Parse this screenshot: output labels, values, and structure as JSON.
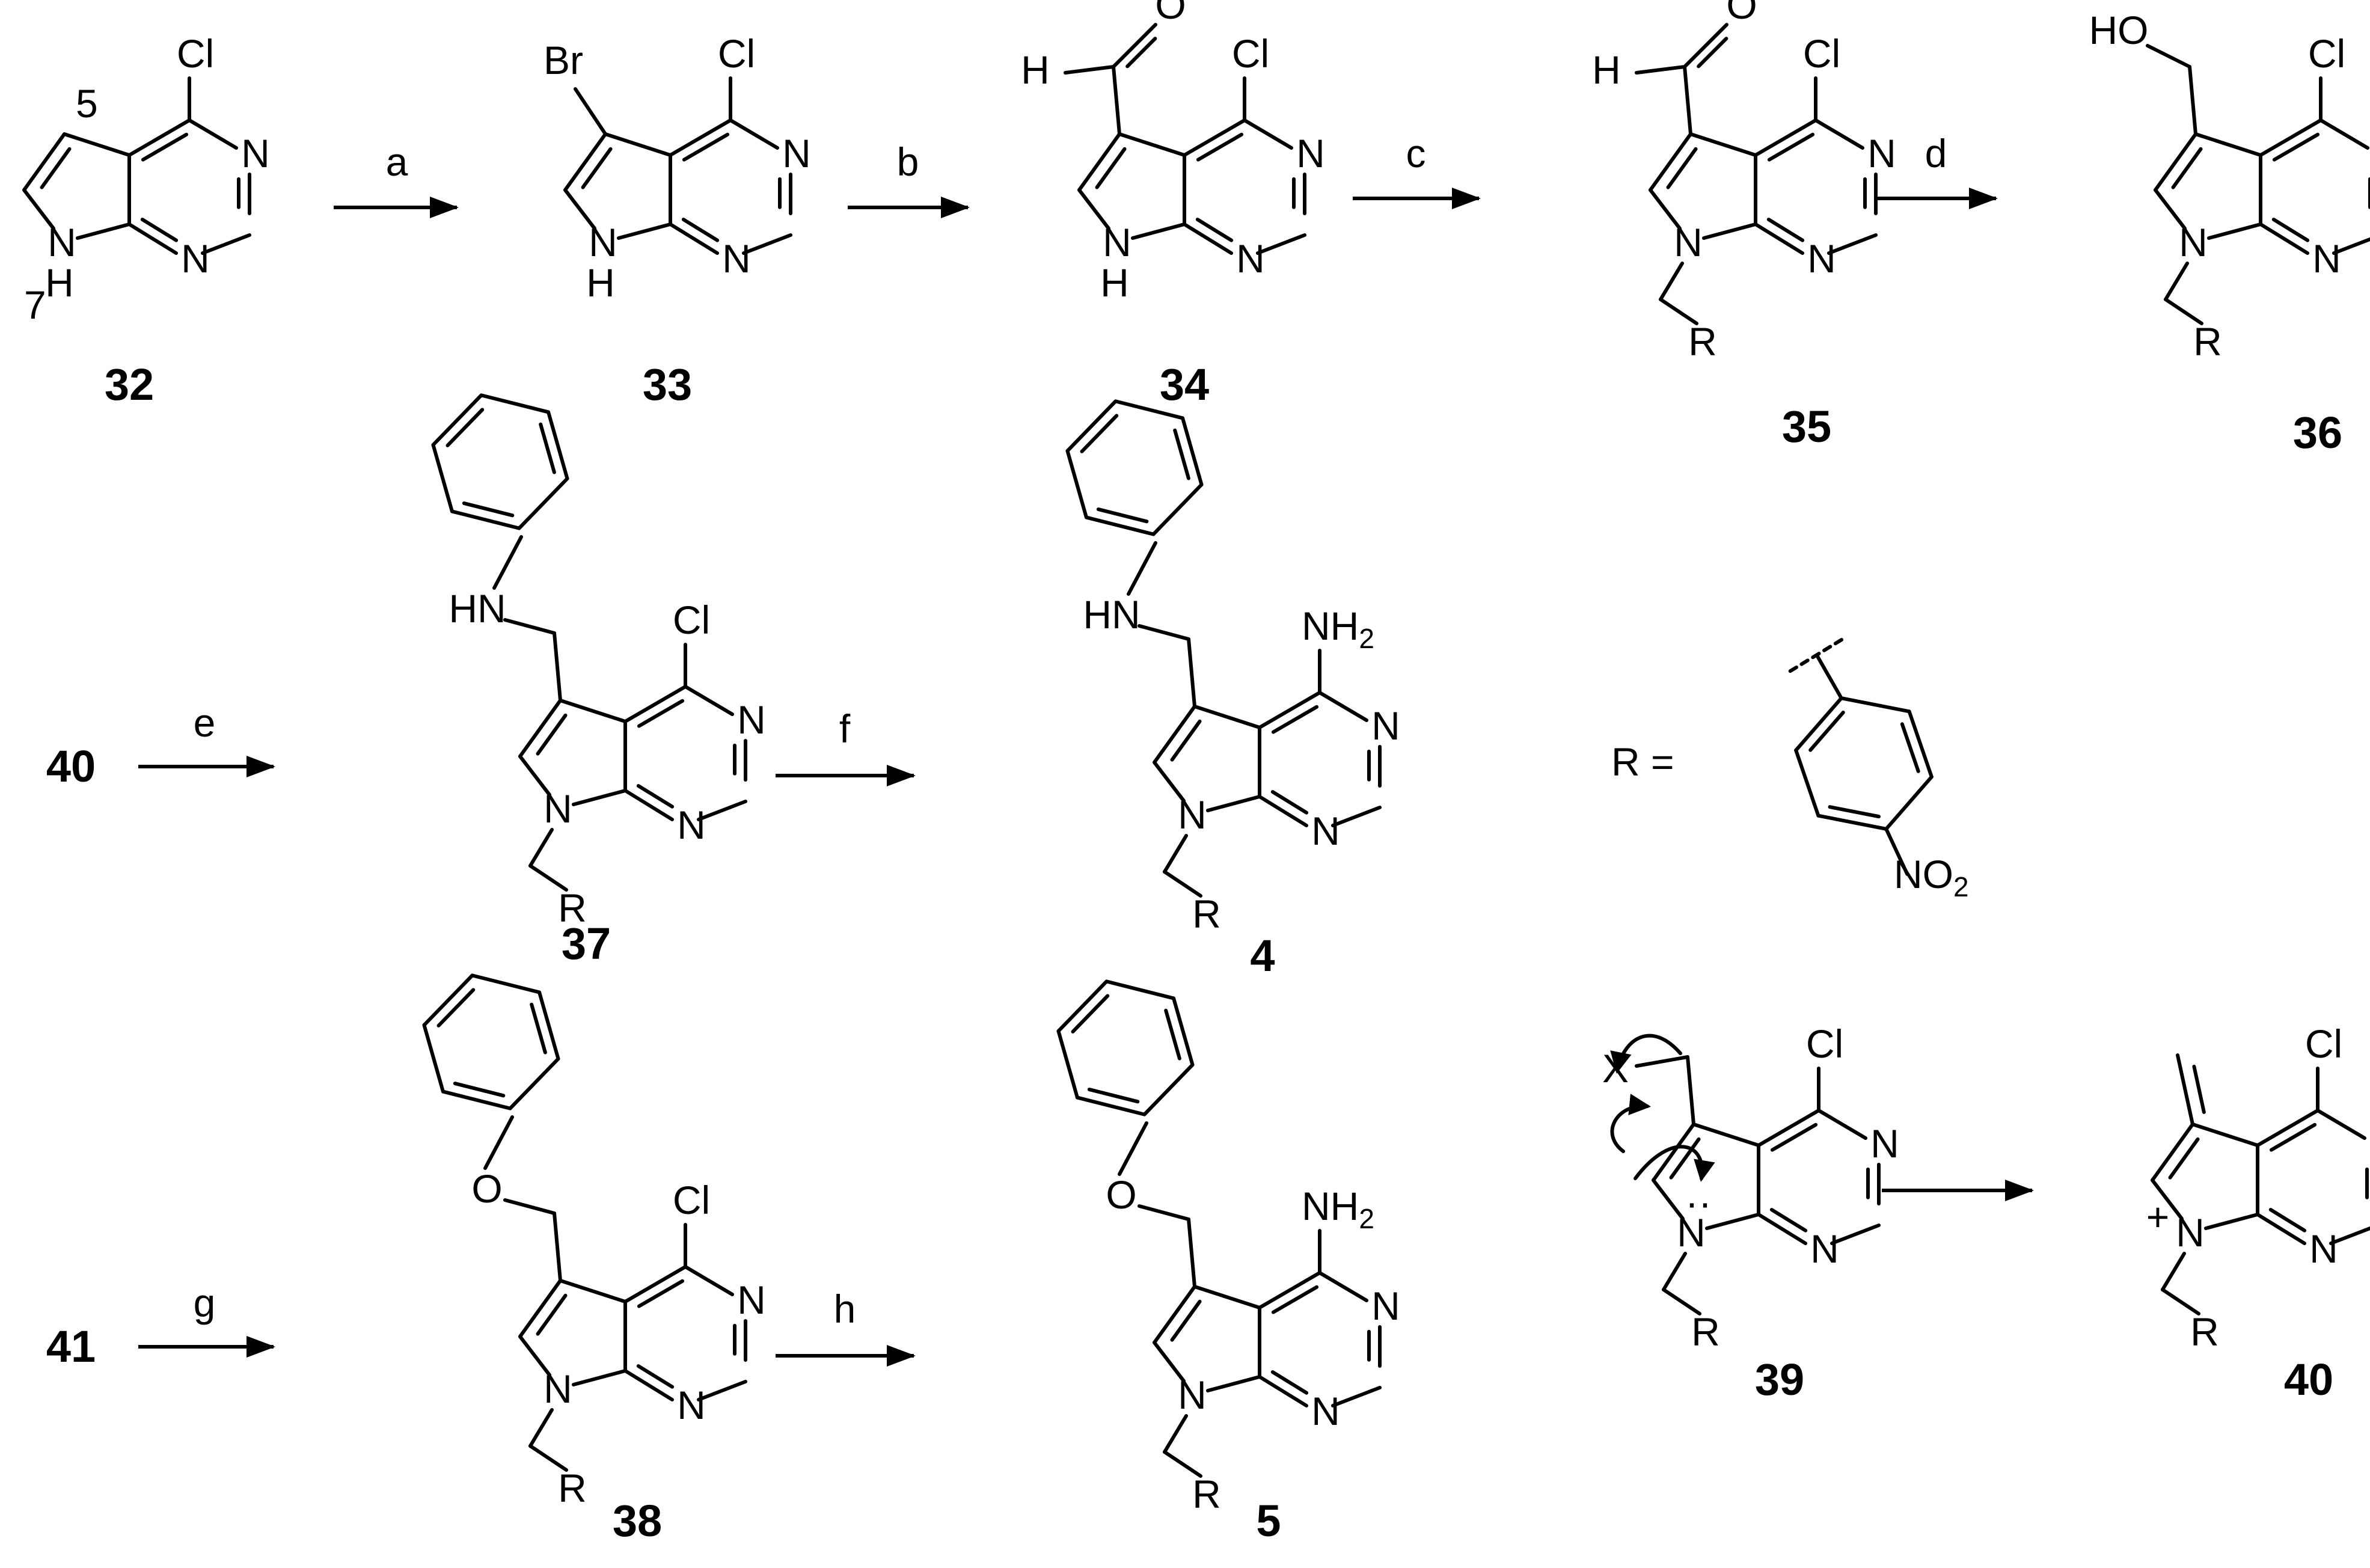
{
  "compounds": {
    "c32": {
      "label": "32"
    },
    "c33": {
      "label": "33"
    },
    "c34": {
      "label": "34"
    },
    "c35": {
      "label": "35"
    },
    "c36": {
      "label": "36"
    },
    "c37": {
      "label": "37"
    },
    "c4": {
      "label": "4"
    },
    "c38": {
      "label": "38"
    },
    "c5": {
      "label": "5"
    },
    "c39": {
      "label": "39"
    },
    "c40": {
      "label": "40"
    },
    "start40": {
      "label": "40"
    },
    "start41": {
      "label": "41"
    }
  },
  "reagents": [
    "a",
    "b",
    "c",
    "d",
    "e",
    "f",
    "g",
    "h"
  ],
  "atoms": {
    "cl": "Cl",
    "n": "N",
    "h": "H",
    "br": "Br",
    "o": "O",
    "ho": "HO",
    "hn": "HN",
    "nh": "NH",
    "nh_sub": "2",
    "no": "NO",
    "no_sub": "2",
    "r": "R",
    "x": "X",
    "plus": "+",
    "lone_pair": "··"
  },
  "numbering": {
    "pos5": "5",
    "pos7": "7"
  },
  "r_definition": {
    "lhs": "R ="
  }
}
